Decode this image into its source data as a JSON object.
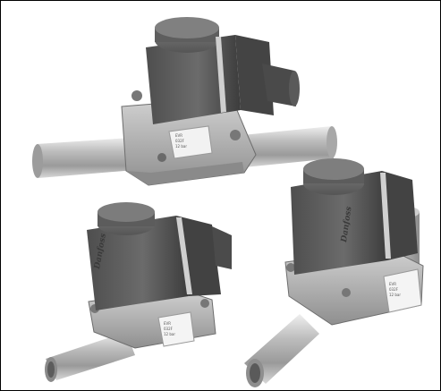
{
  "image": {
    "subject": "solenoid-valves-product-photo",
    "valve_count": 3,
    "coil_brand_mark": "Danfoss",
    "colors": {
      "background": "#ffffff",
      "border": "#000000",
      "coil": "#5f5f5f",
      "coil_dark": "#3f3f3f",
      "body_metal": "#b8b8b8",
      "pipe_metal": "#c9c9c9"
    }
  }
}
